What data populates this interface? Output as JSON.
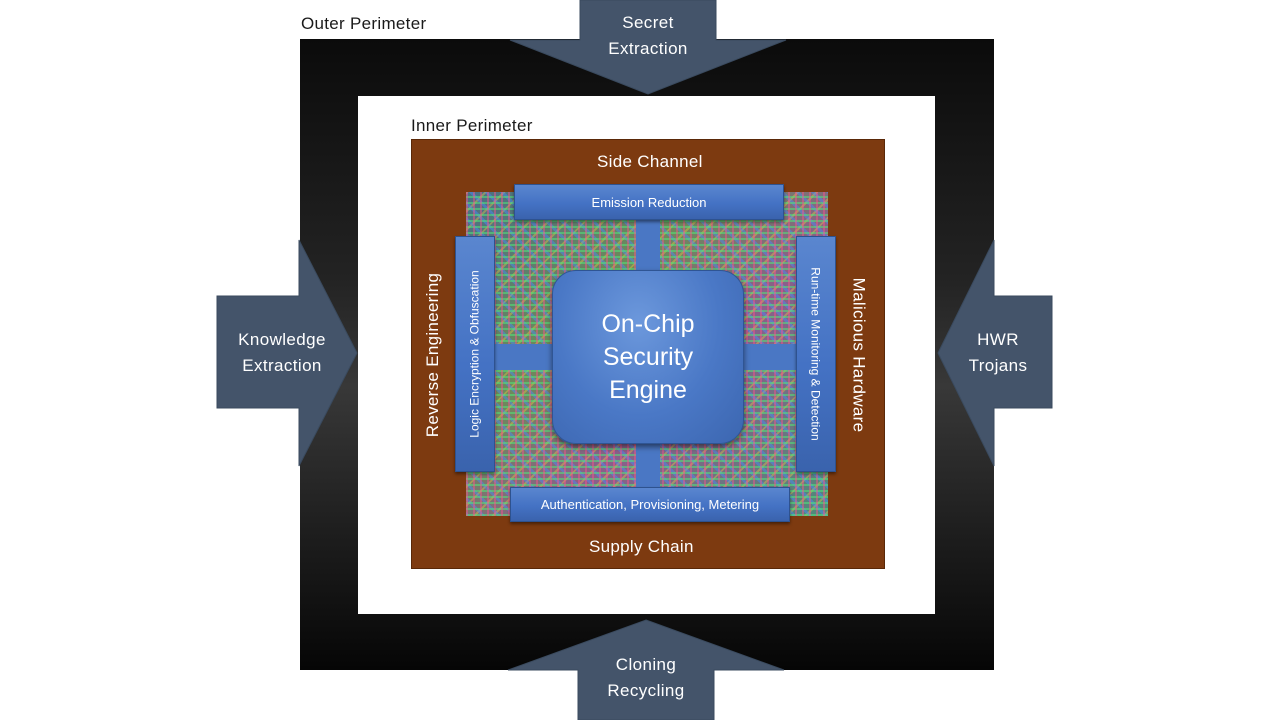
{
  "diagram": {
    "outer_perimeter_label": "Outer Perimeter",
    "inner_perimeter_label": "Inner Perimeter",
    "panel_labels": {
      "top": "Side Channel",
      "bottom": "Supply Chain",
      "left": "Reverse Engineering",
      "right": "Malicious Hardware"
    },
    "countermeasures": {
      "top": "Emission Reduction",
      "bottom": "Authentication, Provisioning, Metering",
      "left": "Logic Encryption & Obfuscation",
      "right": "Run-time Monitoring & Detection"
    },
    "engine": {
      "line1": "On-Chip",
      "line2": "Security",
      "line3": "Engine"
    },
    "threats": {
      "top": {
        "line1": "Secret",
        "line2": "Extraction"
      },
      "bottom": {
        "line1": "Cloning",
        "line2": "Recycling"
      },
      "left": {
        "line1": "Knowledge",
        "line2": "Extraction"
      },
      "right": {
        "line1": "HWR",
        "line2": "Trojans"
      }
    },
    "colors": {
      "arrow": "#44546a",
      "panel": "#7d3a10",
      "accent_blue": "#4472c4",
      "frame": "#111111"
    }
  }
}
